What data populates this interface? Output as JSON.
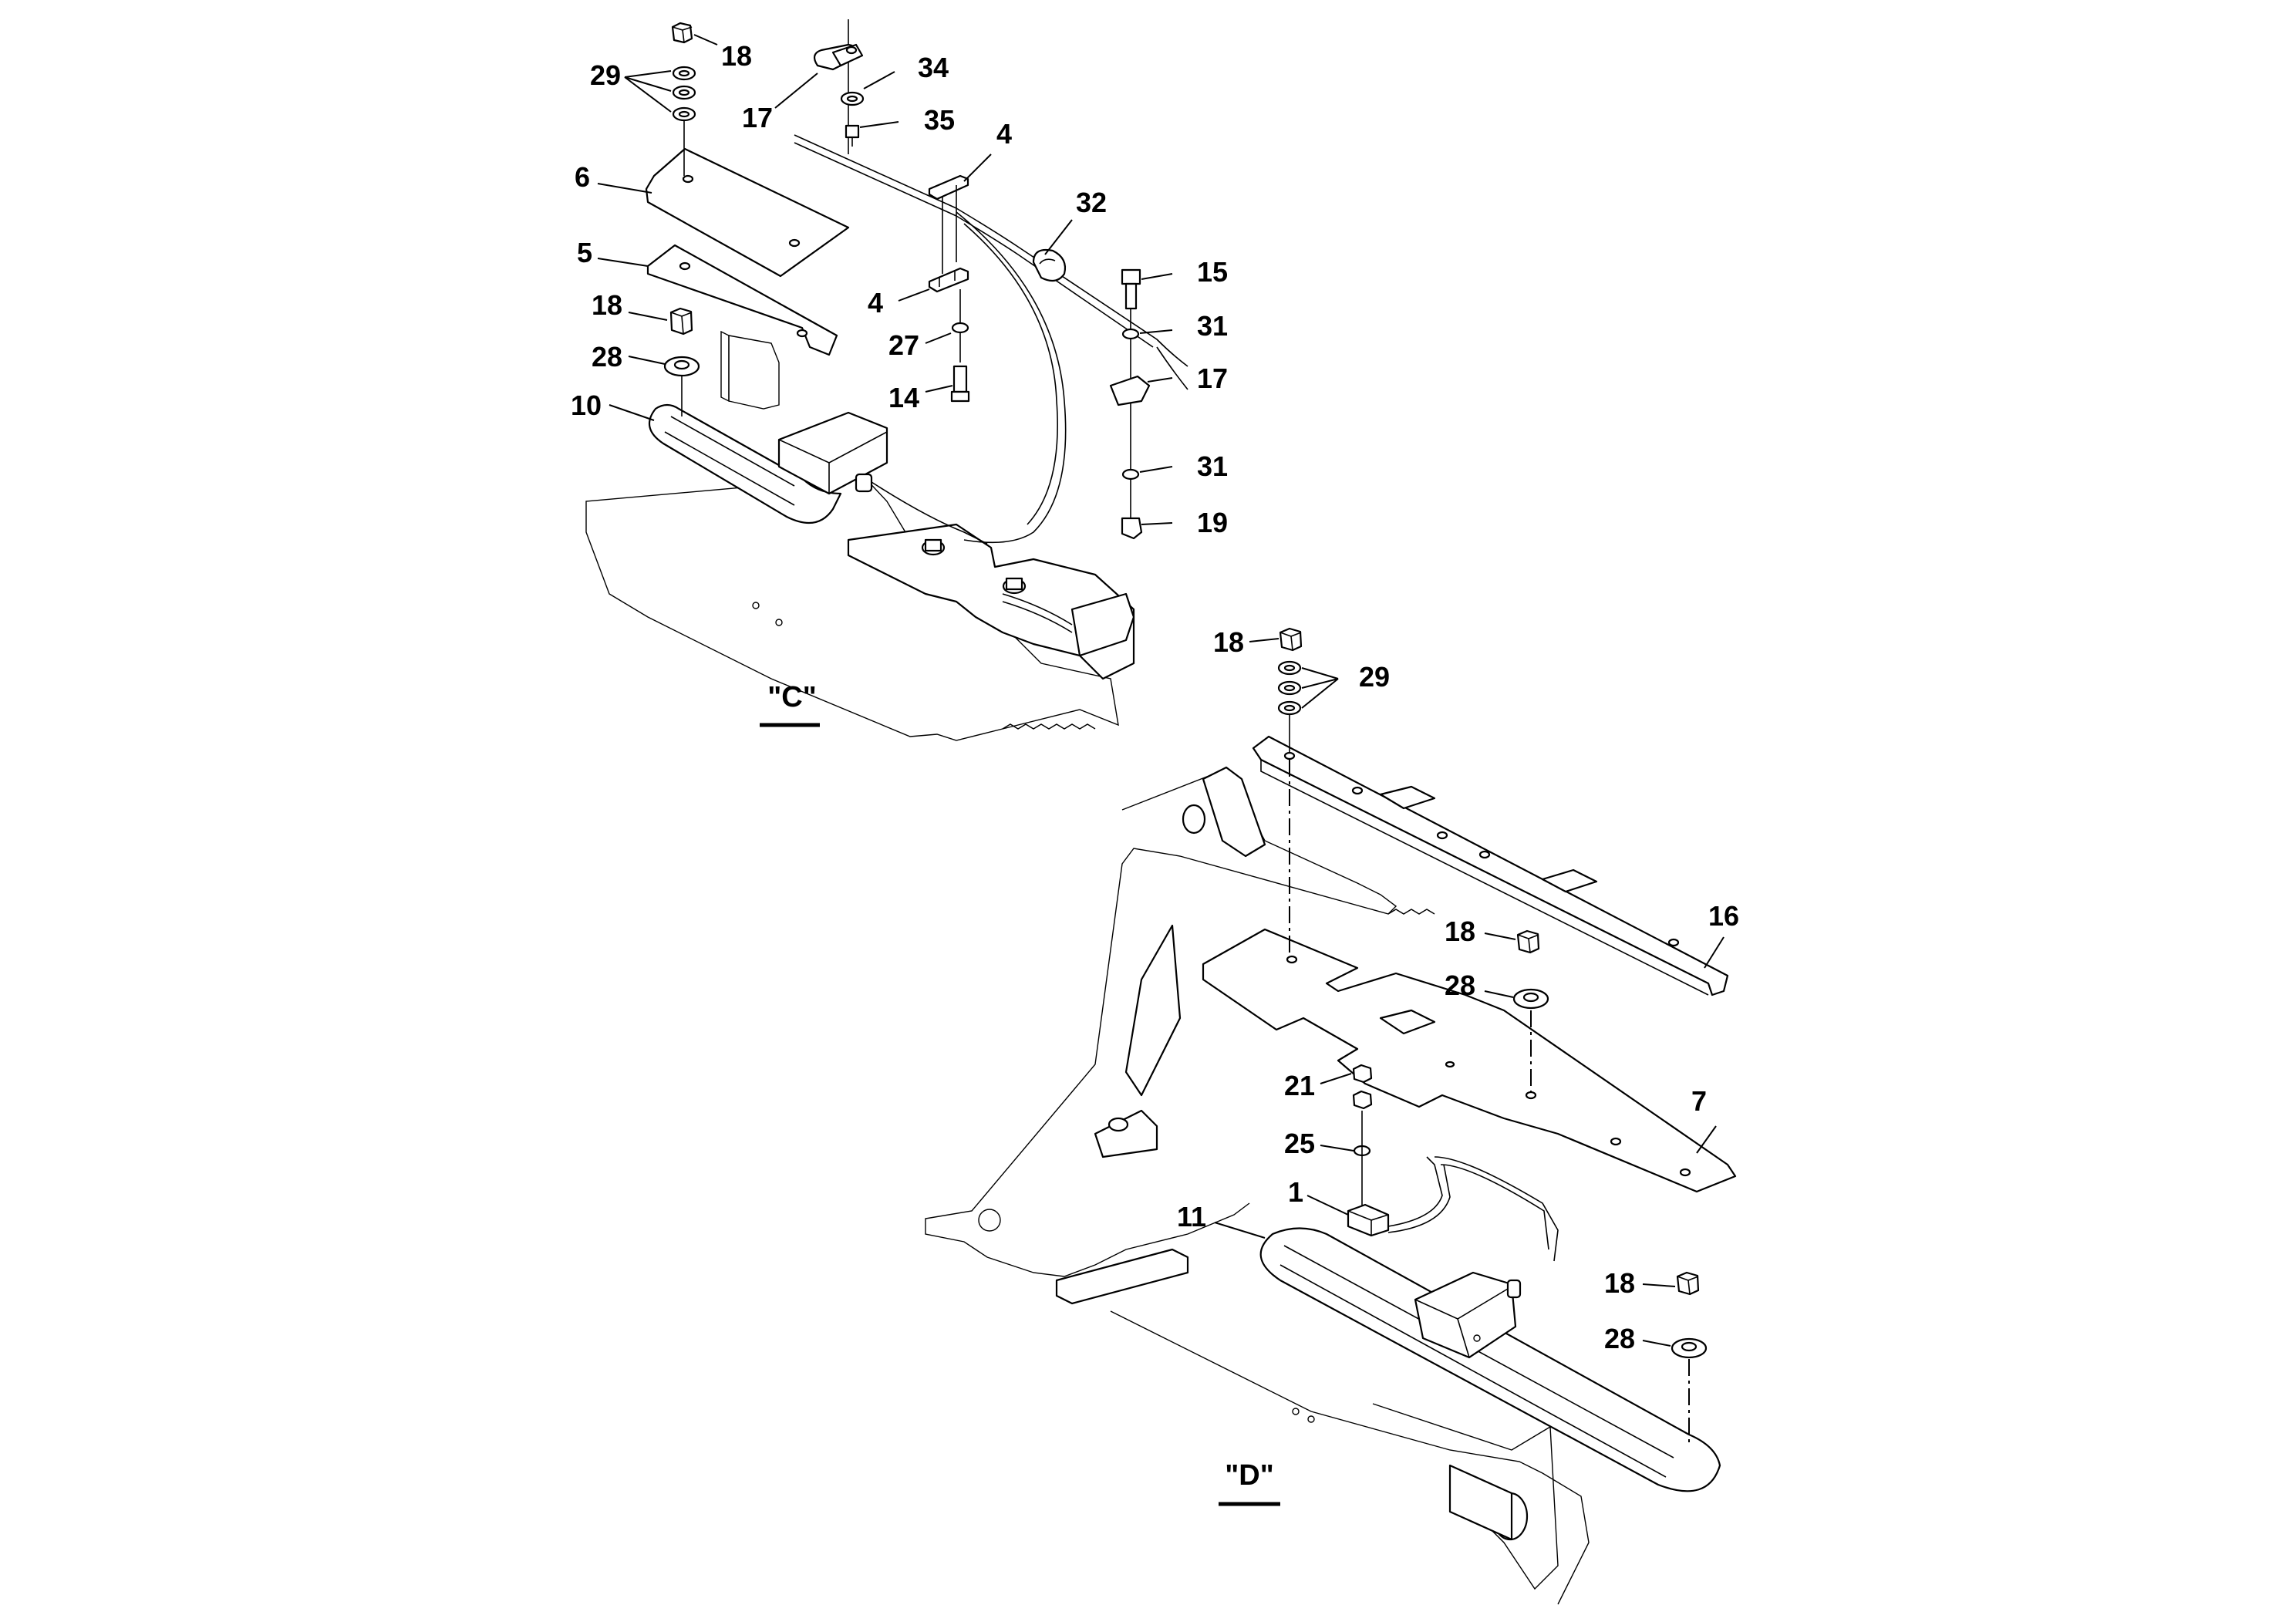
{
  "views": [
    {
      "id": "C",
      "label": "\"C\""
    },
    {
      "id": "D",
      "label": "\"D\""
    }
  ],
  "callouts": {
    "c_18_top": "18",
    "c_29": "29",
    "c_17_top": "17",
    "c_34": "34",
    "c_35": "35",
    "c_4_top": "4",
    "c_6": "6",
    "c_32": "32",
    "c_5": "5",
    "c_15": "15",
    "c_4_mid": "4",
    "c_18_mid": "18",
    "c_31_top": "31",
    "c_27": "27",
    "c_28_c": "28",
    "c_17_mid": "17",
    "c_14": "14",
    "c_10": "10",
    "c_31_bot": "31",
    "c_19": "19",
    "d_18_top": "18",
    "d_29": "29",
    "d_16": "16",
    "d_18_mid": "18",
    "d_28_mid": "28",
    "d_21": "21",
    "d_7": "7",
    "d_25": "25",
    "d_1": "1",
    "d_11": "11",
    "d_18_bot": "18",
    "d_28_bot": "28"
  }
}
